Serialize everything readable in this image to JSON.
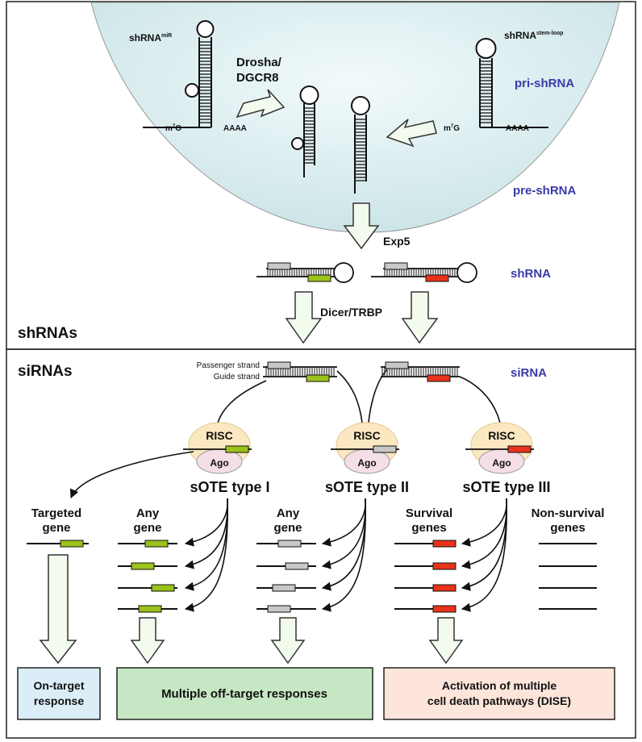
{
  "sections": {
    "top_label": "shRNAs",
    "bottom_label": "siRNAs"
  },
  "top": {
    "shrna_mir_label": "shRNA",
    "shrna_mir_sup": "miR",
    "shrna_stemloop_label": "shRNA",
    "shrna_stemloop_sup": "stem-loop",
    "drosha_line1": "Drosha/",
    "drosha_line2": "DGCR8",
    "m7g": "m",
    "m7g_sup": "7",
    "m7g_tail": "G",
    "polyA": "AAAA",
    "pri_shrna": "pri-shRNA",
    "pre_shrna": "pre-shRNA",
    "exp5": "Exp5",
    "shrna": "shRNA",
    "dicer": "Dicer/TRBP"
  },
  "bottom": {
    "passenger_strand": "Passenger strand",
    "guide_strand": "Guide strand",
    "sirna": "siRNA",
    "risc": "RISC",
    "ago": "Ago",
    "sote1": "sOTE type I",
    "sote2": "sOTE type II",
    "sote3": "sOTE type III",
    "targeted_line1": "Targeted",
    "targeted_line2": "gene",
    "any1_line1": "Any",
    "any1_line2": "gene",
    "any2_line1": "Any",
    "any2_line2": "gene",
    "survival_line1": "Survival",
    "survival_line2": "genes",
    "nonsurvival_line1": "Non-survival",
    "nonsurvival_line2": "genes"
  },
  "outcomes": {
    "on_target_line1": "On-target",
    "on_target_line2": "response",
    "off_target": "Multiple off-target responses",
    "dise_line1": "Activation of multiple",
    "dise_line2": "cell death pathways (DISE)"
  },
  "colors": {
    "guide_green": "#9bc31c",
    "seed_red": "#e8321c",
    "passenger_gray": "#c8c8c8",
    "label_blue": "#3a3aa8",
    "nucleus_fill": "#d6ebee",
    "arrow_fill": "#f2fbee",
    "risc_fill": "#fbe8c0",
    "box_blue": "#dbeef8",
    "box_green": "#c6e7c3",
    "box_pink": "#fde5dc"
  }
}
